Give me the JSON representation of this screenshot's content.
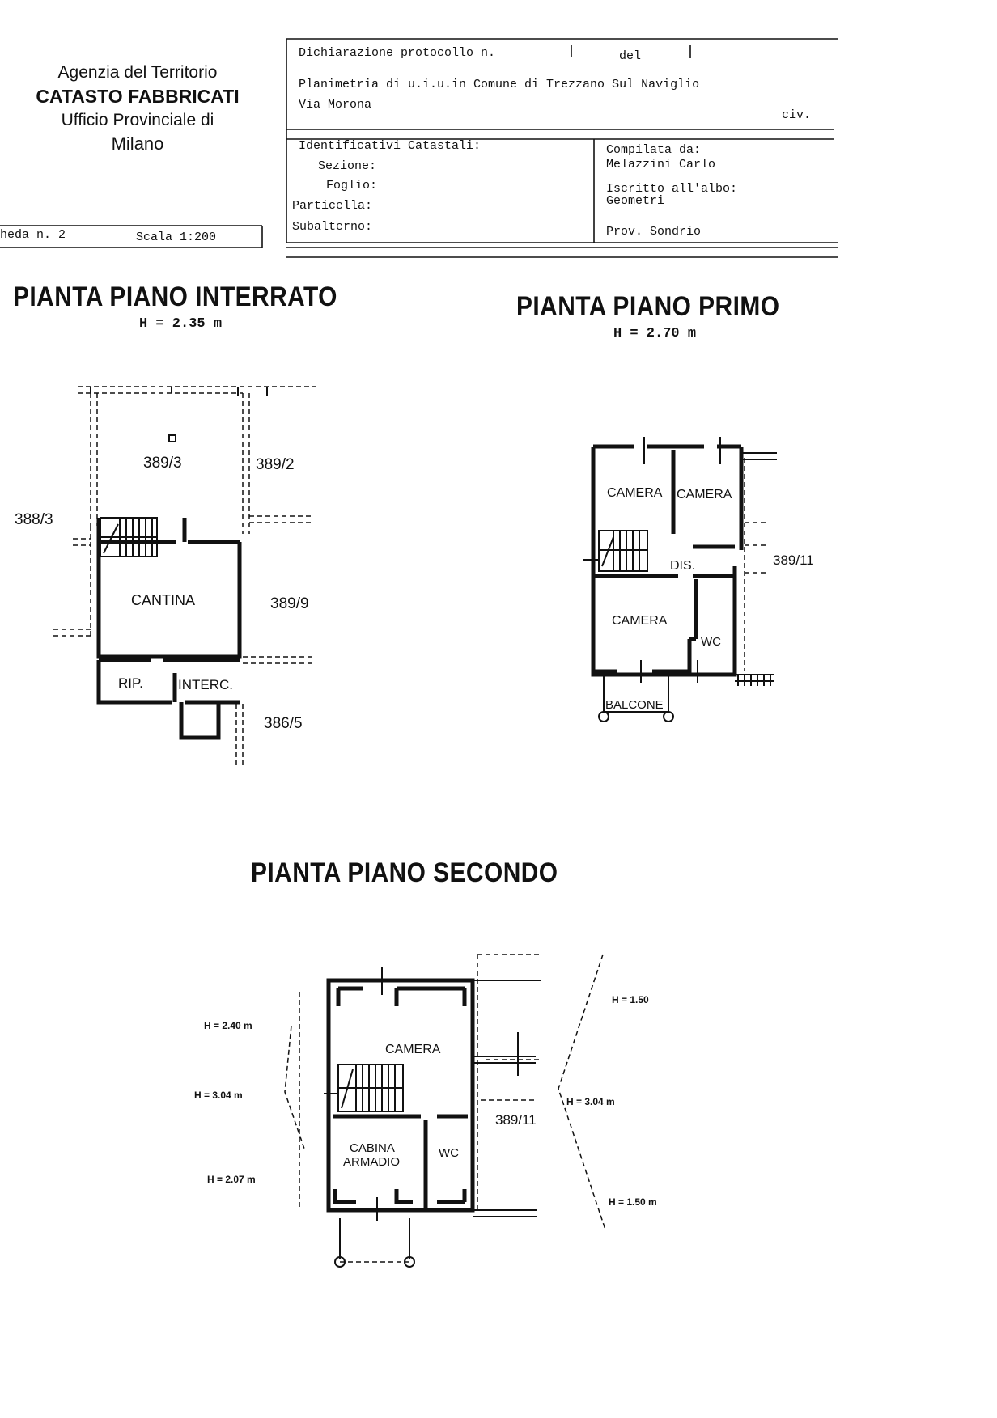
{
  "agency": {
    "line1": "Agenzia del Territorio",
    "line2": "CATASTO FABBRICATI",
    "line3": "Ufficio Provinciale di",
    "line4": "Milano"
  },
  "header": {
    "dichiarazione": "Dichiarazione protocollo n.",
    "del": "del",
    "planimetria": "Planimetria di u.i.u.in Comune di Trezzano Sul Naviglio",
    "via": "Via Morona",
    "civ": "civ.",
    "identificativi": "Identificativi Catastali:",
    "sezione": "Sezione:",
    "foglio": "Foglio:",
    "particella": "Particella:",
    "subalterno": "Subalterno:",
    "compilata": "Compilata da:",
    "compilatore": "Melazzini Carlo",
    "iscritto": "Iscritto all'albo:",
    "albo": "Geometri",
    "prov": "Prov. Sondrio",
    "scheda": "heda n. 2",
    "scala": "Scala 1:200"
  },
  "plans": {
    "interrato": {
      "title": "PIANTA PIANO INTERRATO",
      "height": "H = 2.35 m",
      "labels": {
        "p3893": "389/3",
        "p3892": "389/2",
        "p3883": "388/3",
        "cantina": "CANTINA",
        "p3899": "389/9",
        "rip": "RIP.",
        "interc": "INTERC.",
        "p3865": "386/5"
      }
    },
    "primo": {
      "title": "PIANTA PIANO PRIMO",
      "height": "H = 2.70 m",
      "labels": {
        "camera1": "CAMERA",
        "camera2": "CAMERA",
        "dis": "DIS.",
        "p38911": "389/11",
        "camera3": "CAMERA",
        "wc": "WC",
        "balcone": "BALCONE"
      }
    },
    "secondo": {
      "title": "PIANTA PIANO SECONDO",
      "labels": {
        "h240": "H = 2.40 m",
        "h304l": "H = 3.04 m",
        "h207": "H = 2.07 m",
        "h150t": "H = 1.50",
        "h304r": "H = 3.04 m",
        "h150b": "H = 1.50 m",
        "camera": "CAMERA",
        "cabina1": "CABINA",
        "cabina2": "ARMADIO",
        "wc": "WC",
        "p38911": "389/11"
      }
    }
  }
}
